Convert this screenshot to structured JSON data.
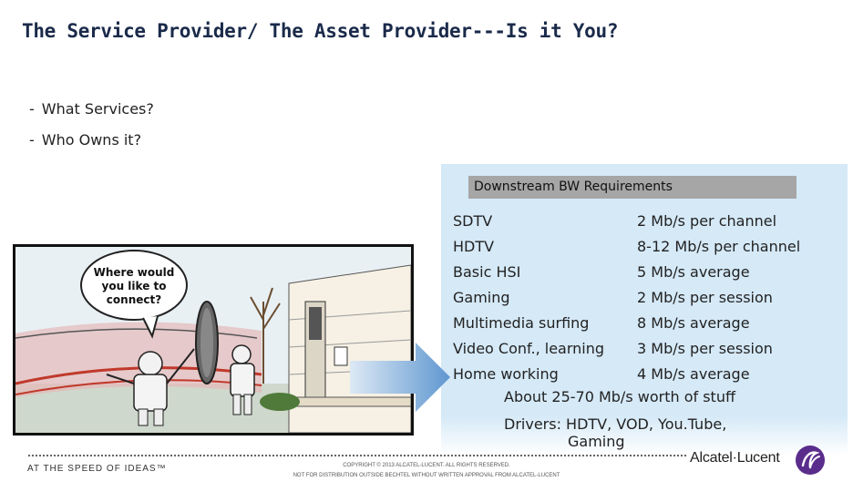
{
  "slide": {
    "title": "The Service Provider/ The Asset Provider---Is it You?"
  },
  "bullets": [
    {
      "dash": "-",
      "text": "What Services?"
    },
    {
      "dash": "-",
      "text": "Who Owns it?"
    }
  ],
  "requirements": {
    "header": "Downstream BW Requirements",
    "rows": [
      {
        "service": "SDTV",
        "bandwidth": "2 Mb/s per channel"
      },
      {
        "service": "HDTV",
        "bandwidth": "8-12 Mb/s per channel"
      },
      {
        "service": "Basic HSI",
        "bandwidth": "5 Mb/s average"
      },
      {
        "service": "Gaming",
        "bandwidth": "2 Mb/s per session"
      },
      {
        "service": "Multimedia surfing",
        "bandwidth": "8 Mb/s average"
      },
      {
        "service": "Video Conf., learning",
        "bandwidth": "3 Mb/s per session"
      },
      {
        "service": "Home working",
        "bandwidth": "4 Mb/s average"
      }
    ],
    "total": "About 25-70 Mb/s worth of stuff",
    "drivers_line1": "Drivers:  HDTV, VOD,  You.Tube,",
    "drivers_line2": "Gaming"
  },
  "cartoon": {
    "speech_line1": "Where would",
    "speech_line2": "you like to",
    "speech_line3": "connect?"
  },
  "footer": {
    "tagline": "AT THE SPEED OF IDEAS™",
    "copyright_line1": "COPYRIGHT © 2013 ALCATEL-LUCENT. ALL RIGHTS RESERVED.",
    "copyright_line2": "NOT FOR DISTRIBUTION OUTSIDE BECHTEL WITHOUT WRITTEN APPROVAL FROM ALCATEL-LUCENT",
    "logo": "Alcatel·Lucent"
  },
  "colors": {
    "panel": "#d5e9f7",
    "header_box": "#a6a6a6",
    "arrow": "#6fa3d8",
    "logo_purple": "#5a2d8c"
  }
}
